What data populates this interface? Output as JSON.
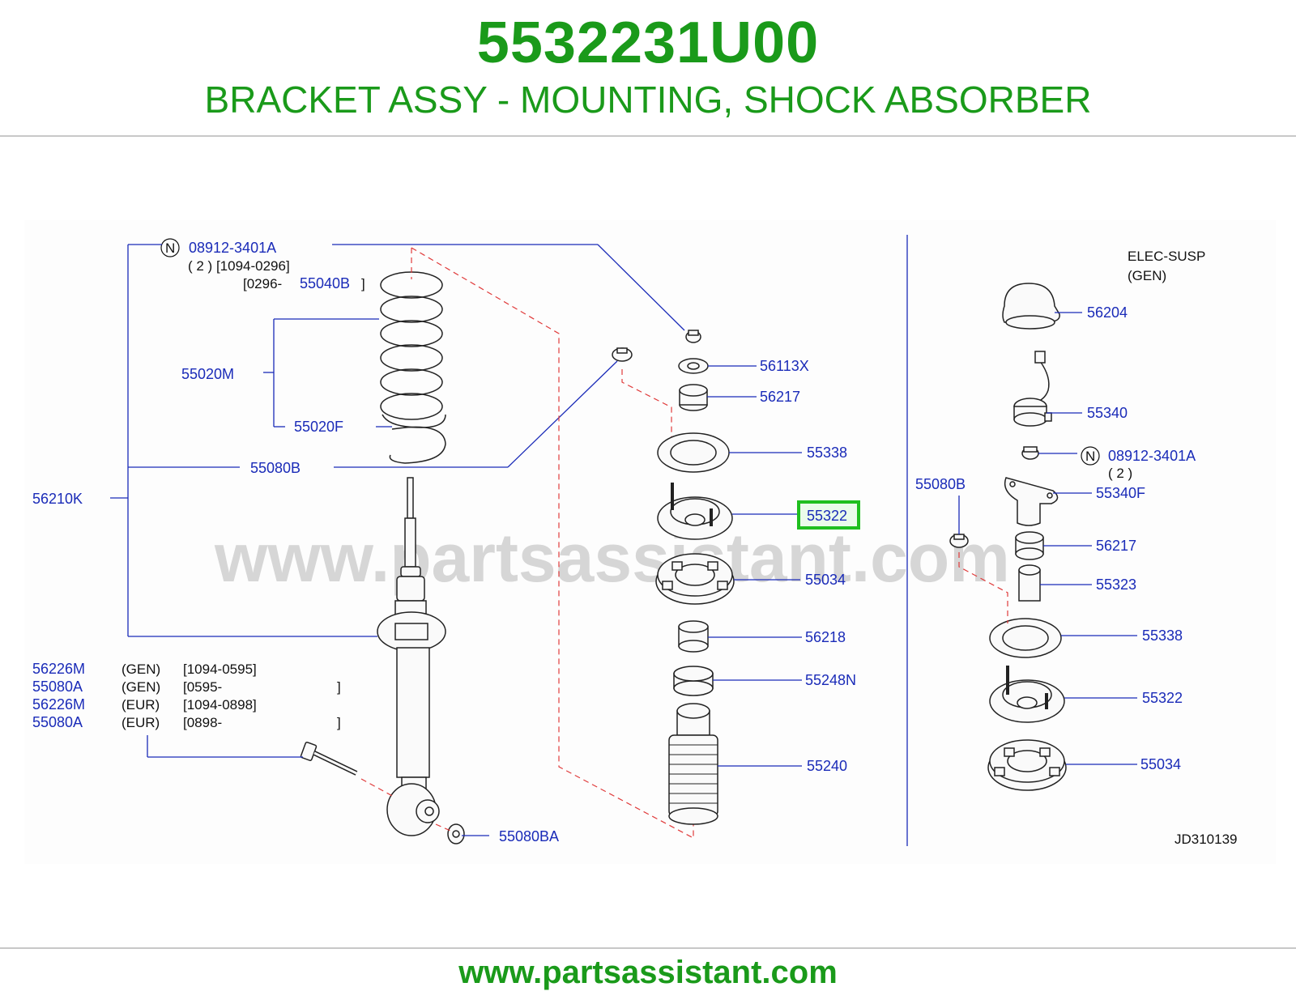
{
  "header": {
    "part_number": "5532231U00",
    "part_name": "BRACKET ASSY - MOUNTING, SHOCK ABSORBER"
  },
  "footer": {
    "url": "www.partsassistant.com"
  },
  "diagram": {
    "watermark": "www.partsassistant.com",
    "diagram_code": "JD310139",
    "callouts": {
      "nut_left": "08912-3401A",
      "nut_left_qty": "( 2 ) [1094-0296]",
      "nut_left_range": "[0296-",
      "spring_alt": "55040B",
      "spring_alt_close": "]",
      "spring": "55020M",
      "spring_seat": "55020F",
      "nut_mid": "55080B",
      "strut_assy": "56210K",
      "nut_top": "56113X",
      "bushing_top": "56217",
      "seal_top": "55338",
      "mount_bracket": "55322",
      "insulator": "55034",
      "bushing_lower": "56218",
      "washer": "55248N",
      "bound_bumper": "55240",
      "lower_nut": "55080BA",
      "cap": "56204",
      "sensor": "55340",
      "nut_right": "08912-3401A",
      "nut_right_qty": "( 2 )",
      "right_nut": "55080B",
      "sensor_bracket": "55340F",
      "right_bushing": "56217",
      "right_collar": "55323",
      "right_seal": "55338",
      "right_mount": "55322",
      "right_insulator": "55034"
    },
    "n_marker": "N",
    "elec_susp_line1": "ELEC-SUSP",
    "elec_susp_line2": "(GEN)",
    "shock_table": [
      {
        "part": "56226M",
        "market": "(GEN)",
        "range": "[1094-0595]"
      },
      {
        "part": "55080A",
        "market": "(GEN)",
        "range": "[0595-",
        "close": "]"
      },
      {
        "part": "56226M",
        "market": "(EUR)",
        "range": "[1094-0898]"
      },
      {
        "part": "55080A",
        "market": "(EUR)",
        "range": "[0898-",
        "close": "]"
      }
    ],
    "highlight_color": "#1fbf1f",
    "accent_color": "#1a9a1a",
    "callout_color": "#1a2bb8",
    "leader_dash_color": "#e03a3a"
  }
}
